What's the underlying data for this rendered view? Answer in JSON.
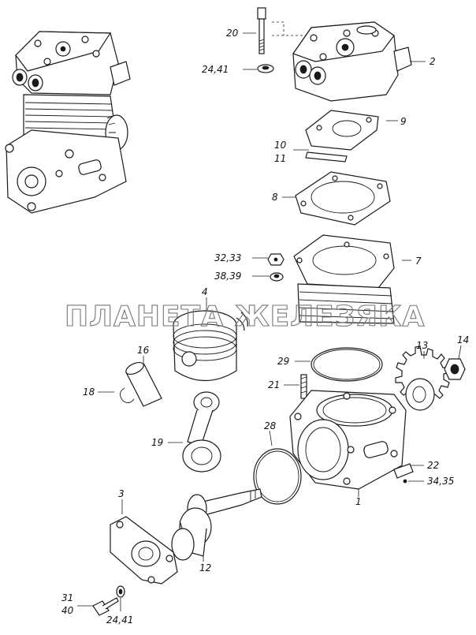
{
  "watermark": "ПЛАНЕТА ЖЕЛЕЗЯКА",
  "labels": {
    "p1": "1",
    "p2": "2",
    "p3": "3",
    "p4": "4",
    "p7": "7",
    "p8": "8",
    "p9": "9",
    "p10_11_a": "10",
    "p10_11_b": "11",
    "p12": "12",
    "p13": "13",
    "p14": "14",
    "p16": "16",
    "p18": "18",
    "p19": "19",
    "p20": "20",
    "p21": "21",
    "p22": "22",
    "p24_41_top": "24,41",
    "p24_41_bottom": "24,41",
    "p28": "28",
    "p29": "29",
    "p31_40_a": "31",
    "p31_40_b": "40",
    "p32_33": "32,33",
    "p34_35": "34,35",
    "p38_39": "38,39"
  }
}
